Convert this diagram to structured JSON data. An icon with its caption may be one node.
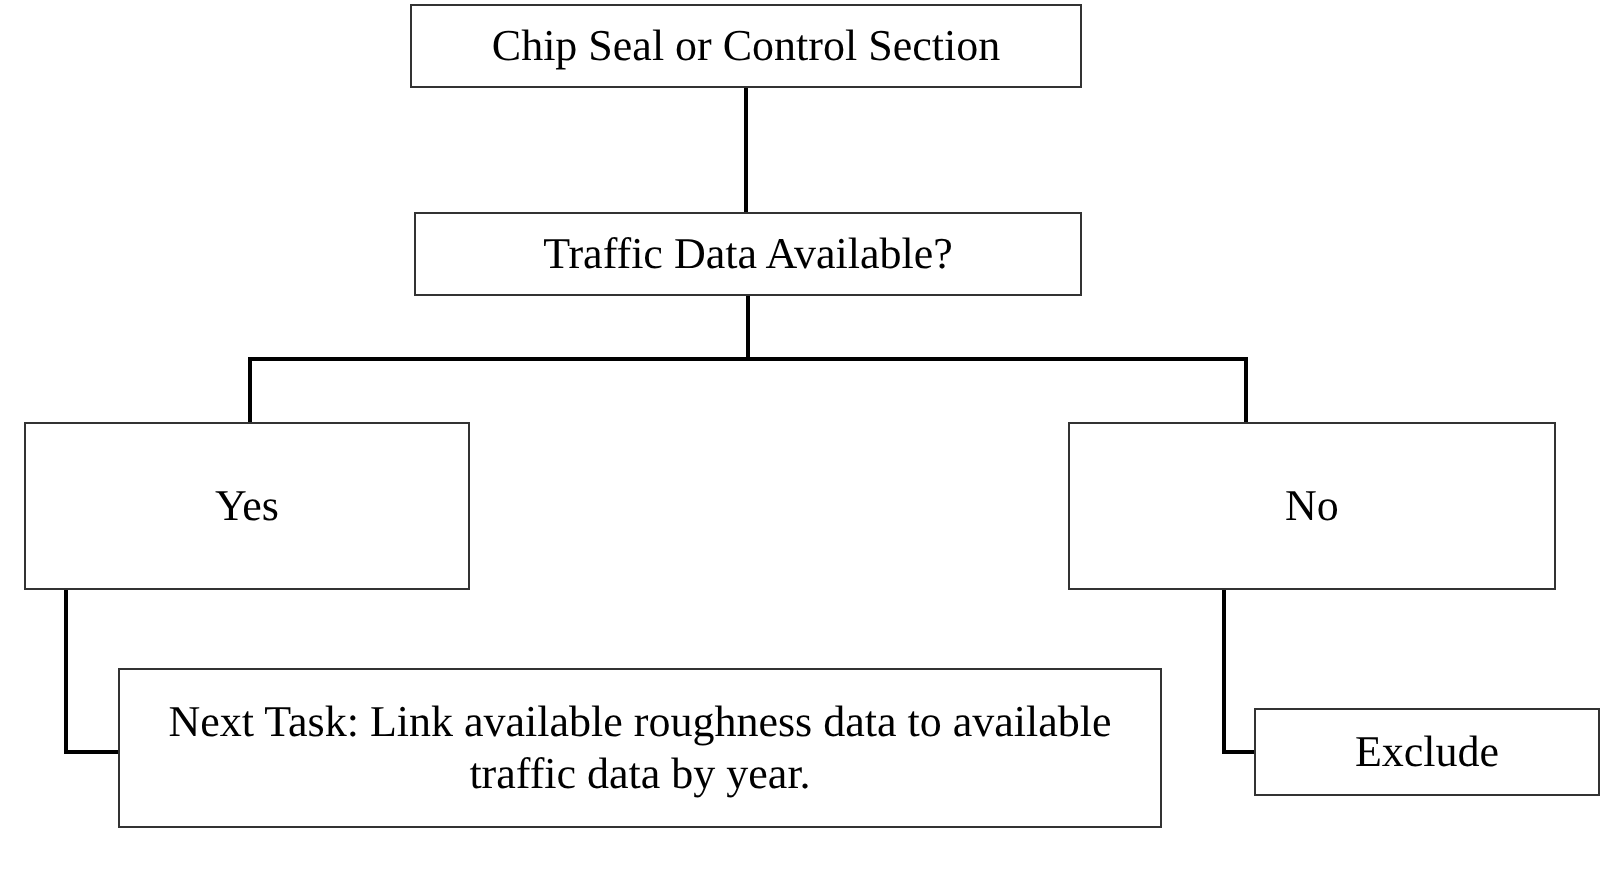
{
  "diagram": {
    "nodes": [
      {
        "text": [
          "Chip Seal or Control Section"
        ]
      },
      {
        "text": [
          "Traffic Data Available?"
        ]
      },
      {
        "text": [
          "Yes"
        ]
      },
      {
        "text": [
          "No"
        ]
      },
      {
        "text": [
          "Next Task: Link available roughness data to available traffic data by year."
        ]
      },
      {
        "text": [
          "Exclude"
        ]
      }
    ],
    "edges": [
      {
        "from": 0,
        "to": 1,
        "arrow": "none"
      },
      {
        "from": 1,
        "to": 2,
        "arrow": "none"
      },
      {
        "from": 1,
        "to": 3,
        "arrow": "none"
      },
      {
        "from": 2,
        "to": 4,
        "arrow": "none"
      },
      {
        "from": 3,
        "to": 5,
        "arrow": "none"
      }
    ]
  }
}
